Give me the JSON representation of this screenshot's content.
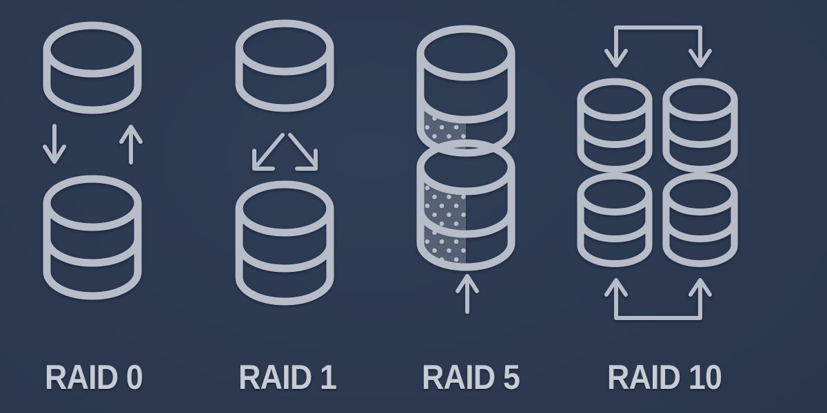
{
  "title": "RAID levels comparison diagram",
  "palette": {
    "background_center": "#2f3d56",
    "background_edge": "#232f43",
    "line": "#b7bdc8",
    "label_text": "#c6cbd4",
    "parity_fill_base": "rgba(186,192,204,0.32)",
    "parity_dot": "#b9bfca"
  },
  "columns": [
    {
      "label": "RAID 0",
      "description": "striping: one disk above, data flows down and up to a two-layer disk stack",
      "icons": [
        "single-disk",
        "down-arrow",
        "up-arrow",
        "stacked-disk"
      ]
    },
    {
      "label": "RAID 1",
      "description": "mirroring: one disk above with arrows diverging down-left and down-right to a stacked disk",
      "icons": [
        "single-disk",
        "split-down-arrows",
        "stacked-disk"
      ]
    },
    {
      "label": "RAID 5",
      "description": "striping with distributed parity: two stacked disks with dotted parity blocks, rebuilt via up arrow",
      "icons": [
        "parity-disk",
        "parity-disk",
        "up-arrow"
      ]
    },
    {
      "label": "RAID 10",
      "description": "mirrored stripes: down arrows spanning two mirrored stacks of two disks, joined below by up arrows",
      "icons": [
        "span-down-arrows",
        "stacked-disk",
        "stacked-disk",
        "stacked-disk",
        "stacked-disk",
        "span-up-arrows"
      ]
    }
  ]
}
